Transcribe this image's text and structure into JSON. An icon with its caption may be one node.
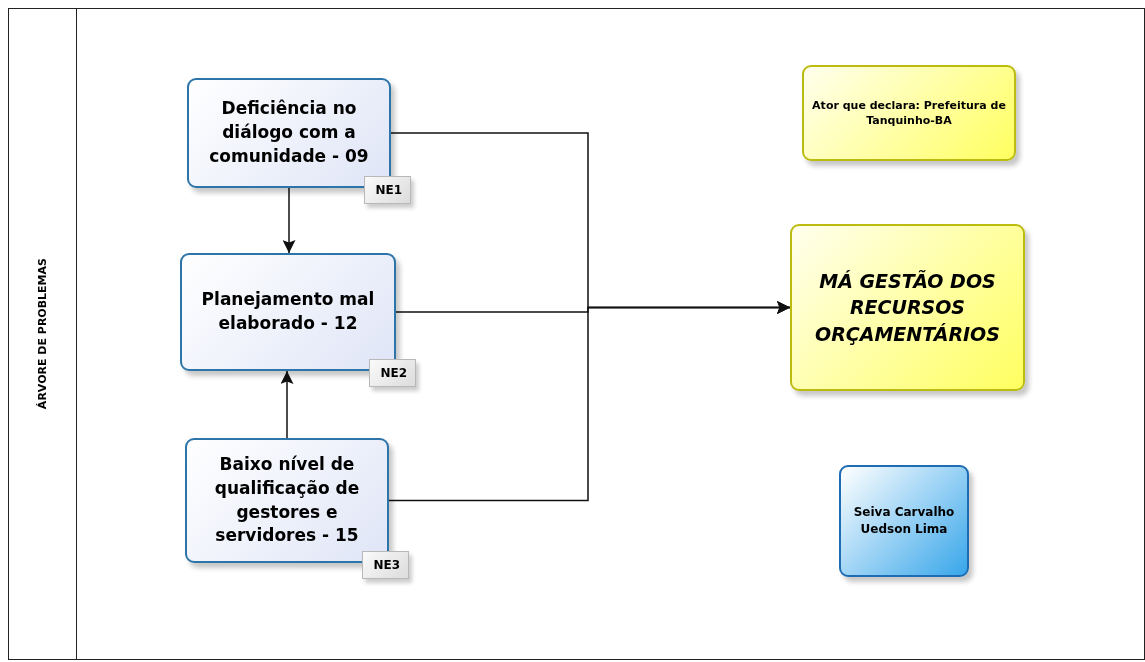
{
  "diagram": {
    "nodes": [
      {
        "text": [
          "ÁRVORE DE PROBLEMAS"
        ]
      },
      {
        "text": [
          "Deficiência no diálogo com a comunidade - 09"
        ],
        "in": 0,
        "beside": [
          "NE1"
        ]
      },
      {
        "text": [
          "Planejamento mal elaborado - 12"
        ],
        "in": 0,
        "beside": [
          "NE2"
        ]
      },
      {
        "text": [
          "Baixo nível de qualificação de gestores e servidores - 15"
        ],
        "in": 0,
        "beside": [
          "NE3"
        ]
      },
      {
        "text": [
          "Ator que declara: Prefeitura de Tanquinho-BA"
        ],
        "in": 0
      },
      {
        "text": [
          "MÁ GESTÃO DOS RECURSOS ORÇAMENTÁRIOS"
        ],
        "in": 0
      },
      {
        "text": [
          "Seiva Carvalho Uedson Lima"
        ],
        "in": 0
      }
    ],
    "edges": [
      {
        "from": 1,
        "to": 2,
        "arrow": "to"
      },
      {
        "from": 3,
        "to": 2,
        "arrow": "to"
      },
      {
        "from": 1,
        "to": 5,
        "arrow": "to"
      },
      {
        "from": 2,
        "to": 5,
        "arrow": "to"
      },
      {
        "from": 3,
        "to": 5,
        "arrow": "to"
      }
    ]
  }
}
